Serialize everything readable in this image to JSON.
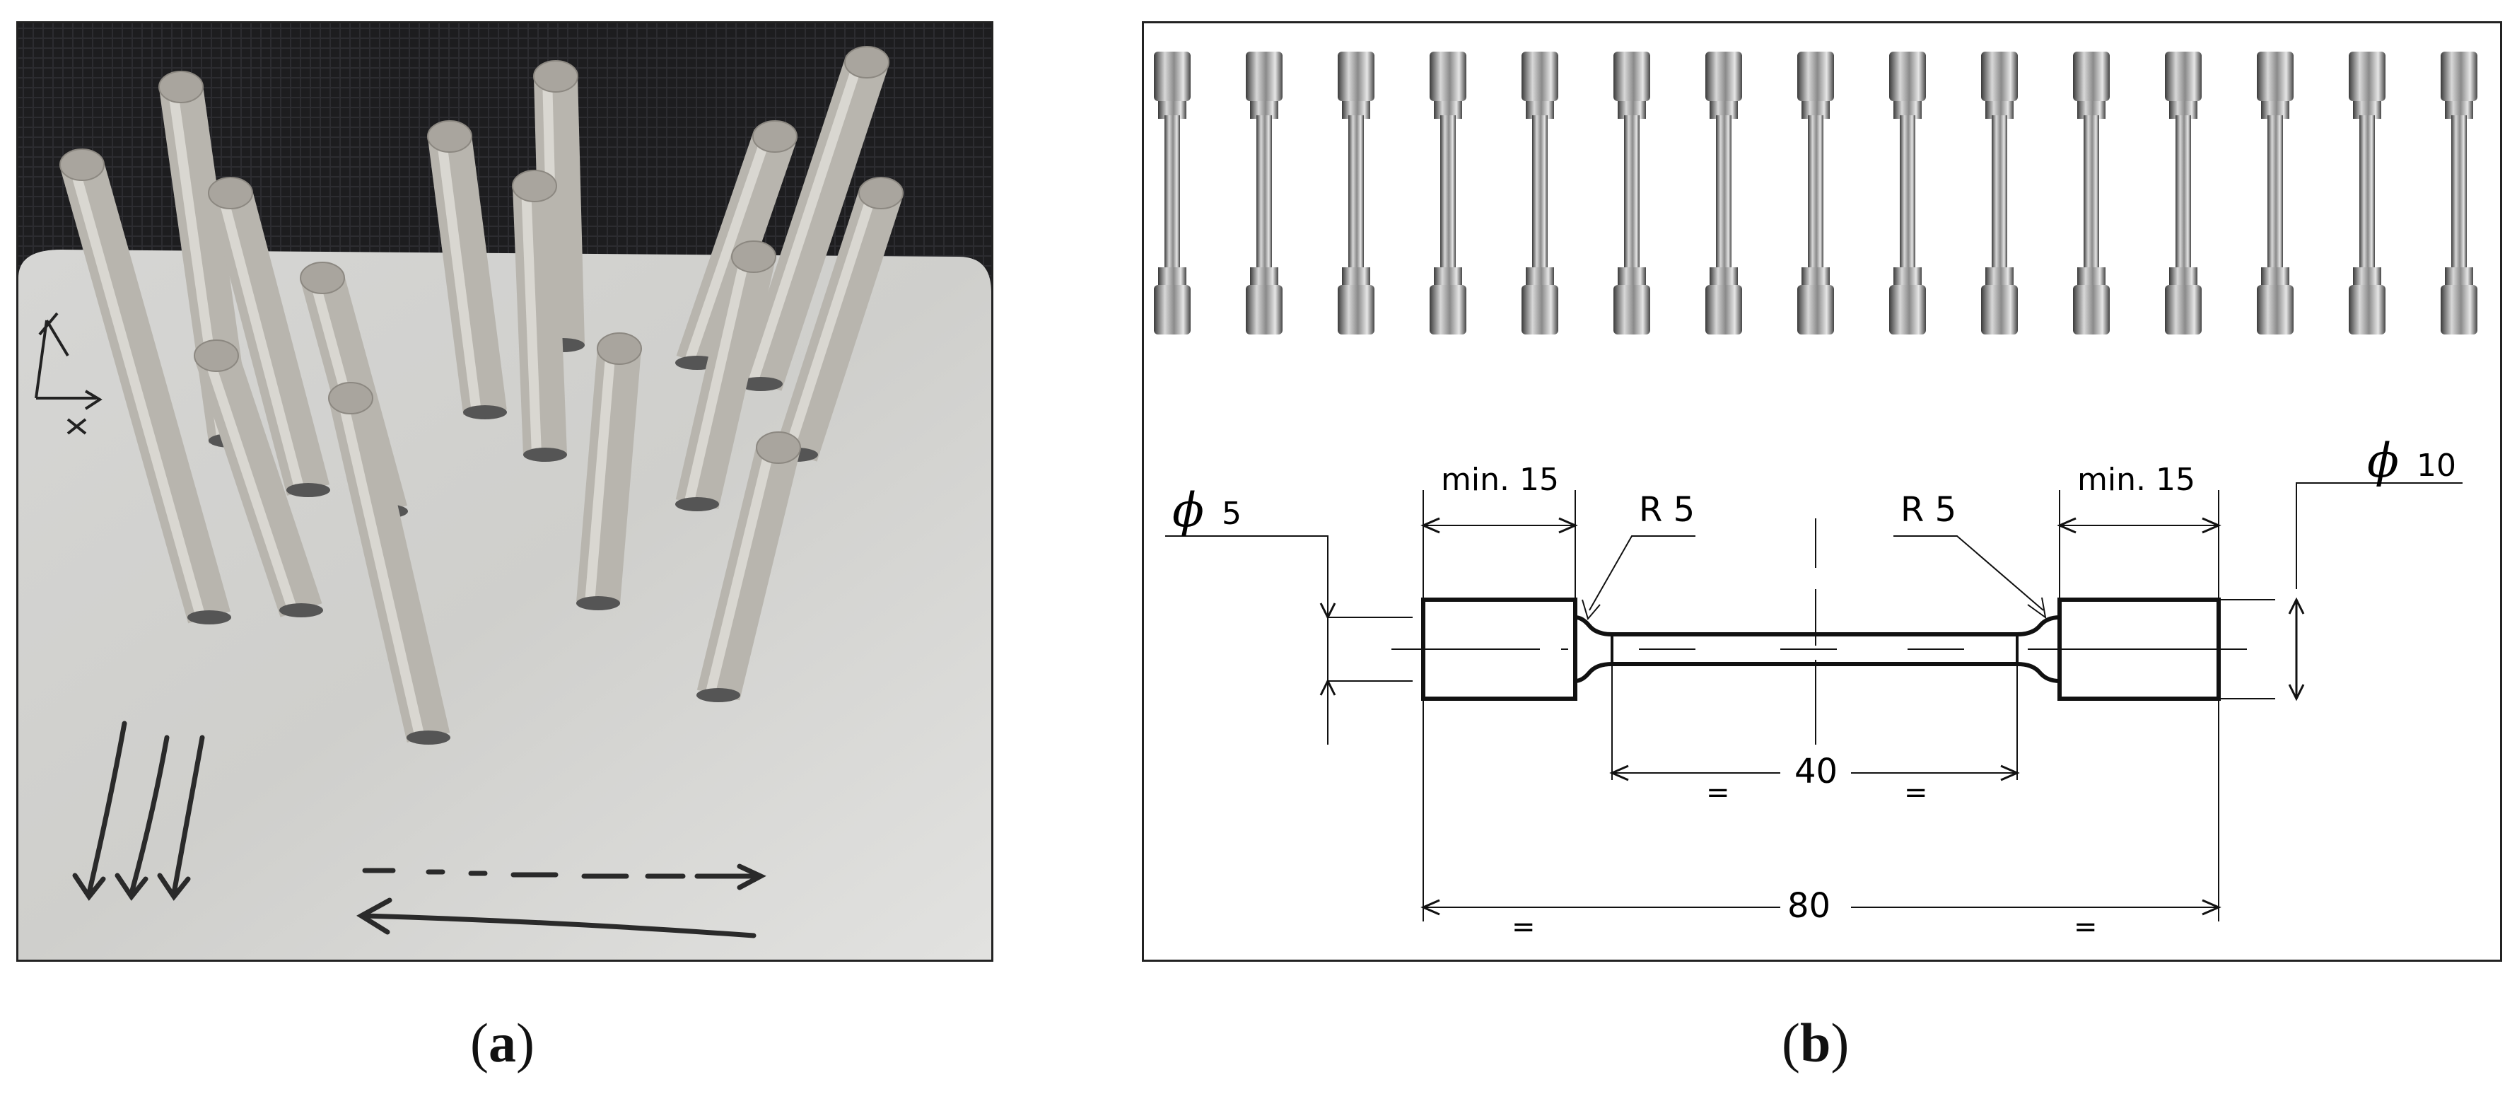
{
  "figure": {
    "panel_a": {
      "caption_open": "(",
      "caption_letter": "a",
      "caption_close": ")"
    },
    "panel_b": {
      "caption_open": "(",
      "caption_letter": "b",
      "caption_close": ")",
      "specimen_count": 15,
      "drawing": {
        "diameter_grip_symbol": "ϕ",
        "diameter_grip_value": "10",
        "diameter_gauge_symbol": "ϕ",
        "diameter_gauge_value": "5",
        "grip_length_left": "min. 15",
        "grip_length_right": "min. 15",
        "fillet_left": "R 5",
        "fillet_right": "R 5",
        "gauge_length": "40",
        "total_length": "80",
        "equal_mark": "="
      }
    }
  }
}
